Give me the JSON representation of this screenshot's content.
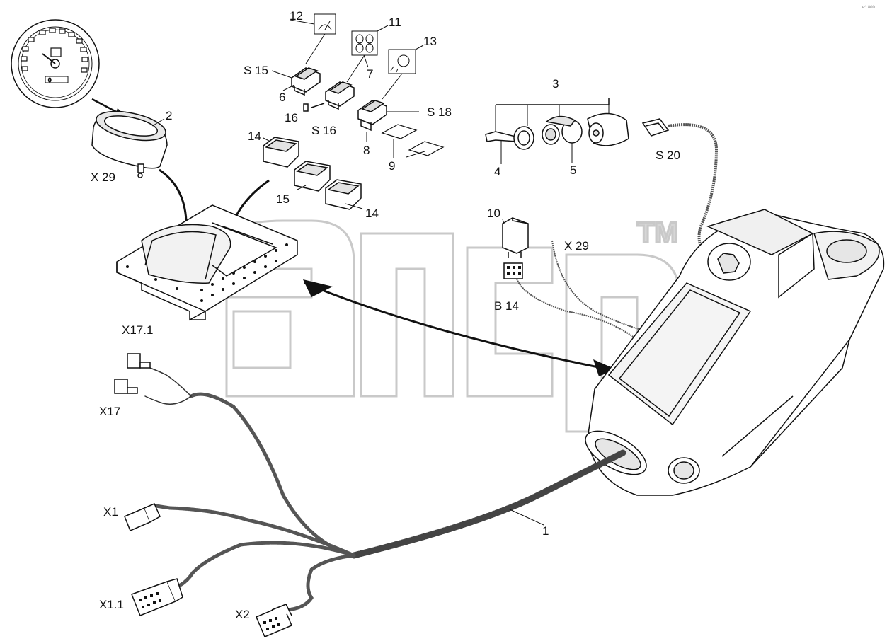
{
  "corner_stamp": "e^ 800",
  "watermark": {
    "mark": "TM"
  },
  "dial": {
    "window_text": "0"
  },
  "labels": {
    "n12": "12",
    "n11": "11",
    "n13": "13",
    "n7": "7",
    "s15": "S 15",
    "n6": "6",
    "n16": "16",
    "s16": "S 16",
    "s18": "S 18",
    "n8": "8",
    "n2": "2",
    "x29_gauge": "X 29",
    "n14_top": "14",
    "n15": "15",
    "n14_bottom": "14",
    "n9": "9",
    "n3": "3",
    "n4": "4",
    "n5": "5",
    "s20": "S 20",
    "n10": "10",
    "x29_harness": "X 29",
    "b14": "B 14",
    "x17_1": "X17.1",
    "x17": "X17",
    "x1": "X1",
    "x1_1": "X1.1",
    "x2": "X2",
    "n1": "1"
  }
}
